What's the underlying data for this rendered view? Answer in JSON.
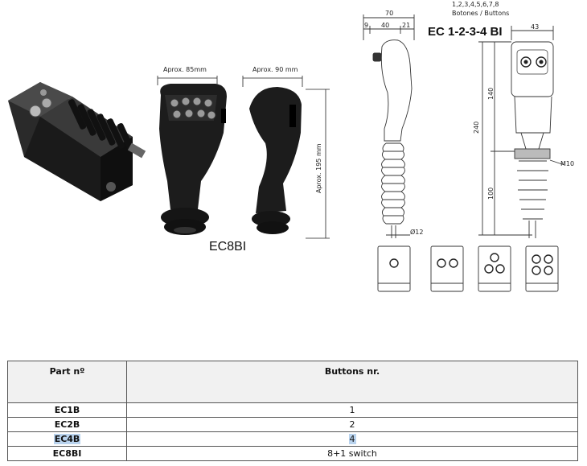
{
  "figure": {
    "photo_label": "EC8BI",
    "dim_width_85": "Aprox. 85mm",
    "dim_width_90": "Aprox. 90 mm",
    "dim_height_195": "Aprox. 195 mm",
    "drawing_title": "EC 1-2-3-4 BI",
    "buttons_line1": "1,2,3,4,5,6,7,8",
    "buttons_line2": "Botones / Buttons",
    "dim_70": "70",
    "dim_9": "9",
    "dim_40": "40",
    "dim_21": "21",
    "dim_43": "43",
    "dim_140": "140",
    "dim_240": "240",
    "dim_100": "100",
    "dim_m10": "M10",
    "dim_d12": "Ø12"
  },
  "table": {
    "headers": [
      "Part nº",
      "Buttons nr."
    ],
    "rows": [
      {
        "part": "EC1B",
        "buttons": "1"
      },
      {
        "part": "EC2B",
        "buttons": "2"
      },
      {
        "part": "EC4B",
        "buttons": "4"
      },
      {
        "part": "EC8BI",
        "buttons": "8+1 switch"
      }
    ]
  },
  "colors": {
    "header_bg": "#f1f1f1",
    "highlight": "#b9d3ee",
    "grip_dark": "#1c1c1c"
  }
}
